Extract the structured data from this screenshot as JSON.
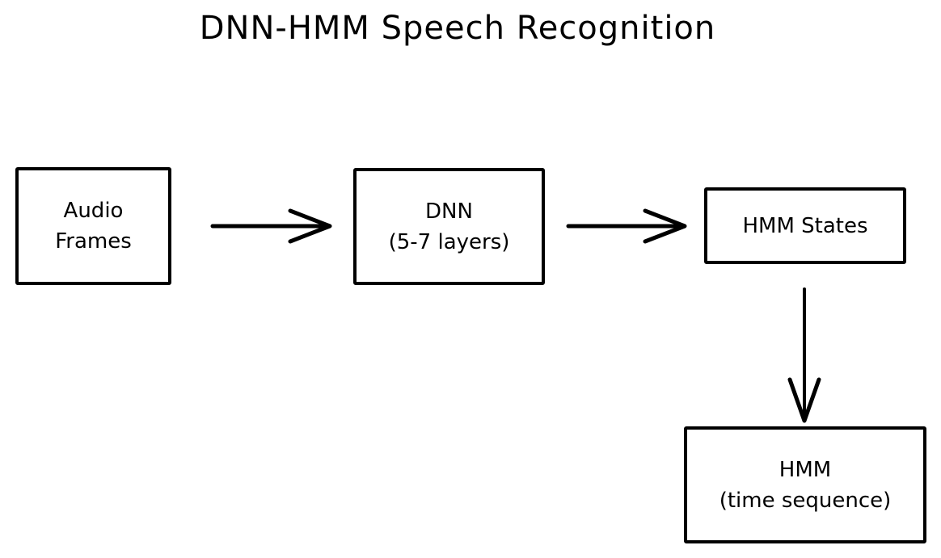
{
  "title": "DNN-HMM Speech Recognition",
  "diagram": {
    "type": "flowchart",
    "style": "hand-drawn",
    "colors": {
      "stroke": "#000000",
      "text": "#000000",
      "background": "#ffffff"
    },
    "nodes": [
      {
        "id": "audio-frames",
        "lines": [
          "Audio",
          "Frames"
        ]
      },
      {
        "id": "dnn",
        "lines": [
          "DNN",
          "(5-7 layers)"
        ]
      },
      {
        "id": "hmm-states",
        "lines": [
          "HMM States"
        ]
      },
      {
        "id": "hmm-time-sequence",
        "lines": [
          "HMM",
          "(time sequence)"
        ]
      }
    ],
    "edges": [
      {
        "from": "audio-frames",
        "to": "dnn",
        "direction": "right"
      },
      {
        "from": "dnn",
        "to": "hmm-states",
        "direction": "right"
      },
      {
        "from": "hmm-states",
        "to": "hmm-time-sequence",
        "direction": "down"
      }
    ]
  }
}
